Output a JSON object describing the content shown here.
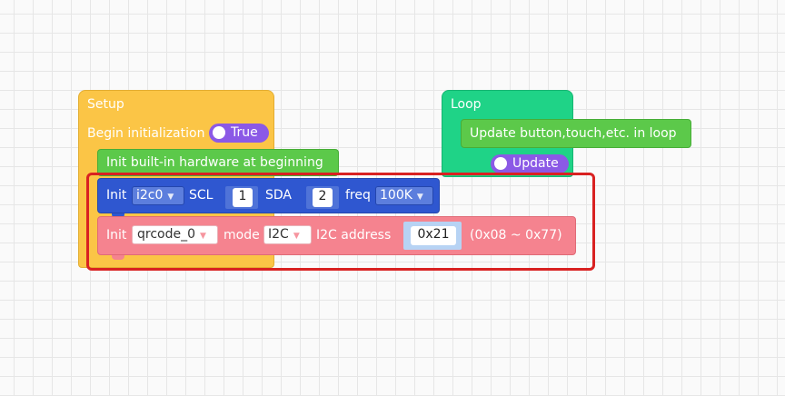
{
  "setup": {
    "title": "Setup",
    "begin_label": "Begin initialization",
    "begin_toggle": "True",
    "init_builtin_label": "Init built-in hardware at beginning",
    "i2c_block": {
      "init_label": "Init",
      "bus_value": "i2c0",
      "scl_label": "SCL",
      "scl_value": "1",
      "sda_label": "SDA",
      "sda_value": "2",
      "freq_label": "freq",
      "freq_value": "100K"
    },
    "qrcode_block": {
      "init_label": "Init",
      "name_value": "qrcode_0",
      "mode_label": "mode",
      "mode_value": "I2C",
      "address_label": "I2C address",
      "address_value": "0x21",
      "range_label": "(0x08 ~ 0x77)"
    }
  },
  "loop": {
    "title": "Loop",
    "update_label": "Update button,touch,etc. in loop",
    "update_toggle": "Update"
  },
  "colors": {
    "setup": "#fbc546",
    "loop": "#1fd387",
    "green_block": "#5cc94a",
    "i2c_block": "#2f57d0",
    "qrcode_block": "#f5838f",
    "toggle": "#8b59e6",
    "highlight": "#d92121"
  }
}
